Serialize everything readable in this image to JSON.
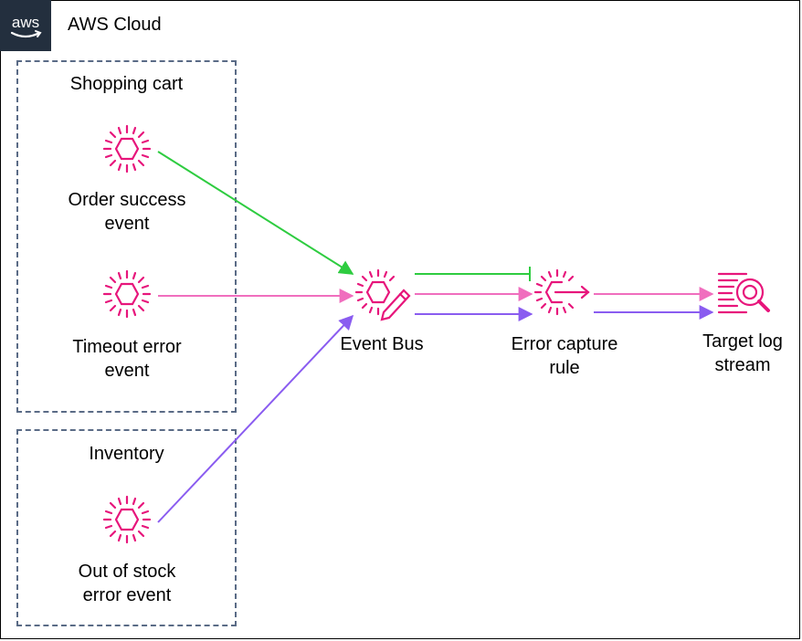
{
  "cloud": {
    "title": "AWS Cloud",
    "logo_text": "aws"
  },
  "groups": {
    "shopping_cart": {
      "title": "Shopping cart"
    },
    "inventory": {
      "title": "Inventory"
    }
  },
  "nodes": {
    "order_success": {
      "line1": "Order success",
      "line2": "event",
      "icon": "event-icon"
    },
    "timeout_error": {
      "line1": "Timeout error",
      "line2": "event",
      "icon": "event-icon"
    },
    "out_of_stock": {
      "line1": "Out of stock",
      "line2": "error event",
      "icon": "event-icon"
    },
    "event_bus": {
      "line1": "Event Bus",
      "icon": "event-bus-icon"
    },
    "error_rule": {
      "line1": "Error capture",
      "line2": "rule",
      "icon": "rule-icon"
    },
    "target_log": {
      "line1": "Target log",
      "line2": "stream",
      "icon": "log-stream-icon"
    }
  },
  "colors": {
    "icon": "#e7157b",
    "green": "#2ecc40",
    "pink": "#f06ebe",
    "purple": "#8a5cf0",
    "group_border": "#5a6b86",
    "aws_badge": "#232f3e"
  }
}
